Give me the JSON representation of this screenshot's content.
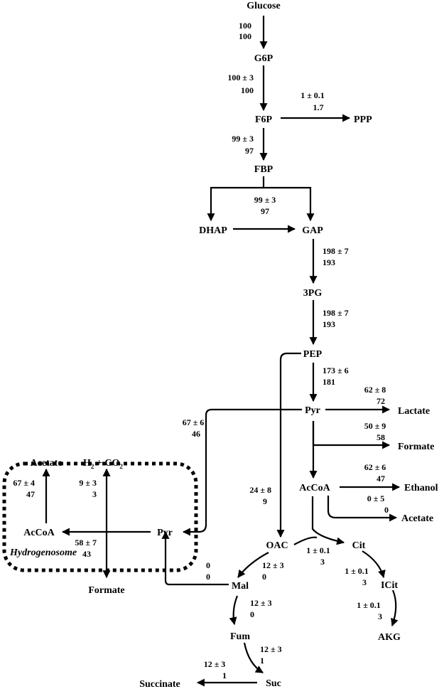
{
  "nodes": {
    "glucose": "Glucose",
    "g6p": "G6P",
    "f6p": "F6P",
    "ppp": "PPP",
    "fbp": "FBP",
    "dhap": "DHAP",
    "gap": "GAP",
    "pg3": "3PG",
    "pep": "PEP",
    "pyr": "Pyr",
    "lactate": "Lactate",
    "formate_right": "Formate",
    "acCoA_main": "AcCoA",
    "ethanol": "Ethanol",
    "acetate_right": "Acetate",
    "oac": "OAC",
    "cit": "Cit",
    "icit": "ICit",
    "akg": "AKG",
    "mal": "Mal",
    "fum": "Fum",
    "suc": "Suc",
    "succinate": "Succinate",
    "acetate_left": "Acetate",
    "h2co2_h": "H",
    "h2co2_2": "2",
    "h2co2_plus": " + CO",
    "h2co2_sub": "2",
    "acCoA_hydro": "AcCoA",
    "pyr_hydro": "Pyr",
    "formate_bottom": "Formate",
    "hydrogenosome": "Hydrogenosome"
  },
  "fluxes": {
    "glc_g6p_a": "100",
    "glc_g6p_b": "100",
    "g6p_f6p_a": "100 ± 3",
    "g6p_f6p_b": "100",
    "f6p_ppp_a": "1 ± 0.1",
    "f6p_ppp_b": "1.7",
    "f6p_fbp_a": "99 ± 3",
    "f6p_fbp_b": "97",
    "fbp_split_a": "99 ± 3",
    "fbp_split_b": "97",
    "gap_3pg_a": "198 ± 7",
    "gap_3pg_b": "193",
    "pg3_pep_a": "198 ± 7",
    "pg3_pep_b": "193",
    "pep_pyr_a": "173 ± 6",
    "pep_pyr_b": "181",
    "pyr_lac_a": "62 ± 8",
    "pyr_lac_b": "72",
    "pyr_form_a": "50 ± 9",
    "pyr_form_b": "58",
    "acc_eth_a": "62 ± 6",
    "acc_eth_b": "47",
    "acc_ace_a": "0 ± 5",
    "acc_ace_b": "0",
    "pyr_hyd_a": "67 ± 6",
    "pyr_hyd_b": "46",
    "pep_oac_a": "24 ± 8",
    "pep_oac_b": "9",
    "oac_cit_a": "1 ± 0.1",
    "oac_cit_b": "3",
    "cit_icit_a": "1 ± 0.1",
    "cit_icit_b": "3",
    "icit_akg_a": "1 ± 0.1",
    "icit_akg_b": "3",
    "oac_mal_a": "12 ± 3",
    "oac_mal_b": "0",
    "mal_pyr_a": "0",
    "mal_pyr_b": "0",
    "mal_fum_a": "12 ± 3",
    "mal_fum_b": "0",
    "fum_suc_a": "12 ± 3",
    "fum_suc_b": "1",
    "suc_out_a": "12 ± 3",
    "suc_out_b": "1",
    "h_ace_a": "67 ± 4",
    "h_ace_b": "47",
    "h_h2_a": "9 ± 3",
    "h_h2_b": "3",
    "h_form_a": "58 ± 7",
    "h_form_b": "43"
  }
}
